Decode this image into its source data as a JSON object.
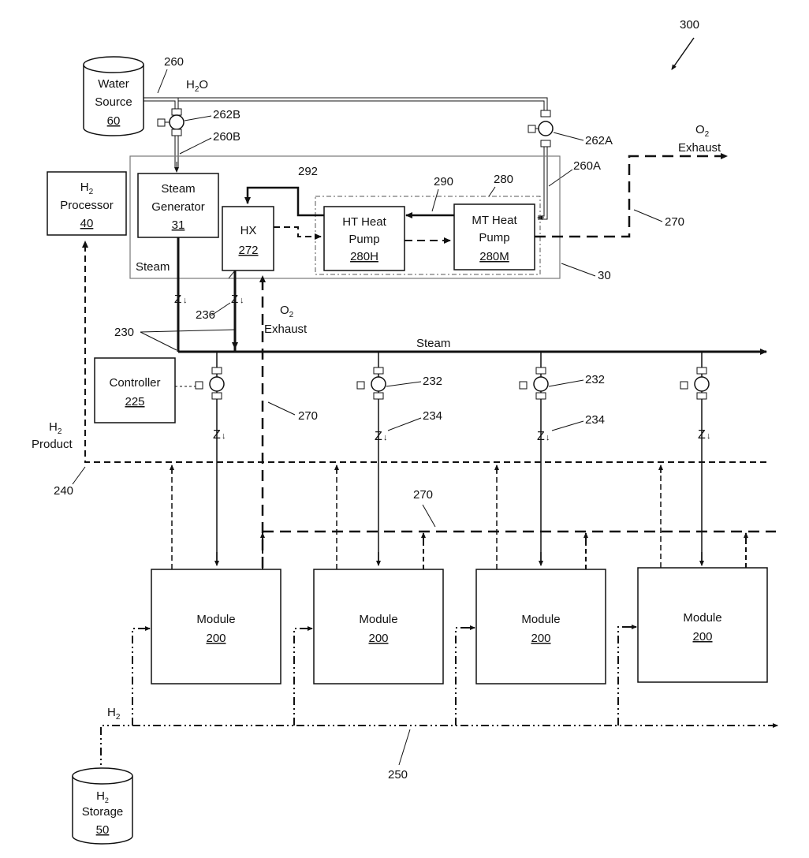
{
  "figure_number": "300",
  "water_source": {
    "line1": "Water",
    "line2": "Source",
    "ref": "60"
  },
  "h2_storage": {
    "line1": "H",
    "line1_sub": "2",
    "line2": "Storage",
    "ref": "50"
  },
  "h2_processor": {
    "line1": "H",
    "line1_sub": "2",
    "line2": "Processor",
    "ref": "40"
  },
  "steam_generator": {
    "line1": "Steam",
    "line2": "Generator",
    "ref": "31"
  },
  "hx": {
    "line1": "HX",
    "ref": "272"
  },
  "ht_heat_pump": {
    "line1": "HT Heat",
    "line2": "Pump",
    "ref": "280H"
  },
  "mt_heat_pump": {
    "line1": "MT Heat",
    "line2": "Pump",
    "ref": "280M"
  },
  "controller": {
    "line1": "Controller",
    "ref": "225"
  },
  "modules": [
    {
      "label": "Module",
      "ref": "200"
    },
    {
      "label": "Module",
      "ref": "200"
    },
    {
      "label": "Module",
      "ref": "200"
    },
    {
      "label": "Module",
      "ref": "200"
    }
  ],
  "labels": {
    "h2o": "H",
    "h2o_sub": "2",
    "h2o_end": "O",
    "o2_exhaust_top": "O",
    "o2_sub": "2",
    "exhaust": "Exhaust",
    "o2_exhaust_mid": "O",
    "steam_left": "Steam",
    "steam_header": "Steam",
    "h2_product_h": "H",
    "h2_product_sub": "2",
    "product": "Product",
    "h2_bottom": "H",
    "h2_bottom_sub": "2"
  },
  "refs": {
    "r260": "260",
    "r262B": "262B",
    "r260B": "260B",
    "r262A": "262A",
    "r260A": "260A",
    "r292": "292",
    "r280": "280",
    "r290": "290",
    "r270a": "270",
    "r30": "30",
    "r236": "236",
    "r230": "230",
    "r232a": "232",
    "r232b": "232",
    "r234a": "234",
    "r234b": "234",
    "r270b": "270",
    "r270c": "270",
    "r240": "240",
    "r250": "250"
  }
}
